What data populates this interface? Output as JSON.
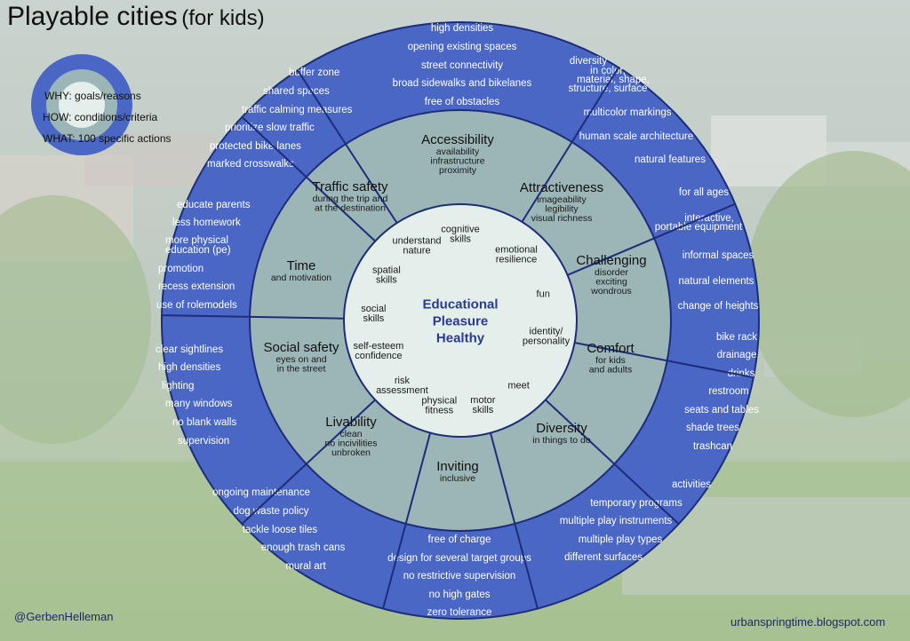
{
  "title": {
    "main": "Playable cities",
    "sub": "(for kids)"
  },
  "legend": {
    "why": "WHY: goals/reasons",
    "how": "HOW: conditions/criteria",
    "what": "WHAT: 100 specific actions"
  },
  "center": {
    "lines": [
      "Educational",
      "Pleasure",
      "Healthy"
    ]
  },
  "why_items": [
    {
      "lines": [
        "cognitive",
        "skills"
      ]
    },
    {
      "lines": [
        "emotional",
        "resilience"
      ]
    },
    {
      "lines": [
        "fun"
      ]
    },
    {
      "lines": [
        "identity/",
        "personality"
      ]
    },
    {
      "lines": [
        "meet"
      ]
    },
    {
      "lines": [
        "motor",
        "skills"
      ]
    },
    {
      "lines": [
        "physical",
        "fitness"
      ]
    },
    {
      "lines": [
        "risk",
        "assessment"
      ]
    },
    {
      "lines": [
        "self-esteem",
        "confidence"
      ]
    },
    {
      "lines": [
        "social",
        "skills"
      ]
    },
    {
      "lines": [
        "spatial",
        "skills"
      ]
    },
    {
      "lines": [
        "understand",
        "nature"
      ]
    }
  ],
  "how_segments": [
    {
      "name": "Accessibility",
      "sub": [
        "availability",
        "infrastructure",
        "proximity"
      ]
    },
    {
      "name": "Attractiveness",
      "sub": [
        "imageability",
        "legibility",
        "visual richness"
      ]
    },
    {
      "name": "Challenging",
      "sub": [
        "disorder",
        "exciting",
        "wondrous"
      ]
    },
    {
      "name": "Comfort",
      "sub": [
        "for kids",
        "and adults"
      ]
    },
    {
      "name": "Diversity",
      "sub": [
        "in things to do"
      ]
    },
    {
      "name": "Inviting",
      "sub": [
        "inclusive"
      ]
    },
    {
      "name": "Livability",
      "sub": [
        "clean",
        "no incivilities",
        "unbroken"
      ]
    },
    {
      "name": "Social safety",
      "sub": [
        "eyes on and",
        "in the street"
      ]
    },
    {
      "name": "Time",
      "sub": [
        "and motivation"
      ]
    },
    {
      "name": "Traffic safety",
      "sub": [
        "during the trip and",
        "at the destination"
      ]
    }
  ],
  "what_segments": [
    {
      "items": [
        "high densities",
        "opening existing spaces",
        "street connectivity",
        "broad sidewalks and bikelanes",
        "free of obstacles"
      ]
    },
    {
      "items": [
        "diversity",
        "in color,",
        "material, shape,",
        "structure, surface",
        "multicolor markings",
        "human scale architecture",
        "natural features"
      ]
    },
    {
      "items": [
        "for all ages",
        "interactive,",
        "portable equipment",
        "informal spaces",
        "natural elements",
        "change of heights"
      ]
    },
    {
      "items": [
        "bike rack",
        "drainage",
        "drinks",
        "restroom",
        "seats and tables",
        "shade trees",
        "trashcan"
      ]
    },
    {
      "items": [
        "activities",
        "temporary programs",
        "multiple play instruments",
        "multiple play types",
        "different surfaces"
      ]
    },
    {
      "items": [
        "free of charge",
        "design for several target groups",
        "no restrictive supervision",
        "no high gates",
        "zero tolerance"
      ]
    },
    {
      "items": [
        "ongoing maintenance",
        "dog waste policy",
        "tackle loose tiles",
        "enough trash cans",
        "mural art"
      ]
    },
    {
      "items": [
        "clear sightlines",
        "high densities",
        "lighting",
        "many windows",
        "no blank walls",
        "supervision"
      ]
    },
    {
      "items": [
        "educate parents",
        "less homework",
        "more physical",
        "education (pe)",
        "promotion",
        "recess extension",
        "use of rolemodels"
      ]
    },
    {
      "items": [
        "buffer zone",
        "shared spaces",
        "traffic calming measures",
        "prioritize slow traffic",
        "protected bike lanes",
        "marked crosswalks"
      ]
    }
  ],
  "credits": {
    "left": "@GerbenHelleman",
    "right": "urbanspringtime.blogspot.com"
  },
  "colors": {
    "outer_ring": "#4a67c6",
    "middle_ring": "#9cb5b6",
    "inner_disc": "#e4eeea",
    "divider": "#1c2d7a",
    "center_text": "#2a3a93"
  }
}
